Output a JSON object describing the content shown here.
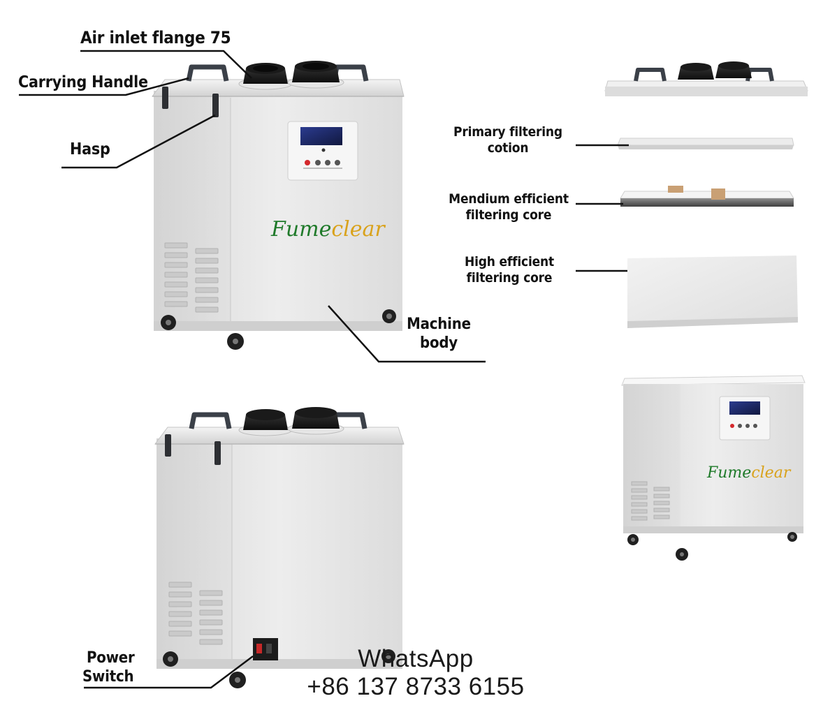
{
  "labels": {
    "air_inlet": "Air inlet flange 75",
    "carrying_handle": "Carrying Handle",
    "hasp": "Hasp",
    "machine_body_line1": "Machine",
    "machine_body_line2": "body",
    "power_switch_line1": "Power",
    "power_switch_line2": "Switch",
    "primary_line1": "Primary filtering",
    "primary_line2": "cotion",
    "medium_line1": "Mendium efficient",
    "medium_line2": "filtering core",
    "high_line1": "High efficient",
    "high_line2": "filtering core"
  },
  "brand": {
    "logo_first": "F",
    "logo_mid": "ume",
    "logo_end": "clear",
    "color_green": "#1f7a2a",
    "color_gold": "#d9a21b"
  },
  "contact": {
    "line1": "WhatsApp",
    "line2": "+86 137 8733 6155"
  },
  "icons": [
    "handle-icon",
    "flange-icon",
    "vent-grille-icon",
    "caster-wheel-icon",
    "power-switch-icon",
    "control-panel-icon"
  ]
}
